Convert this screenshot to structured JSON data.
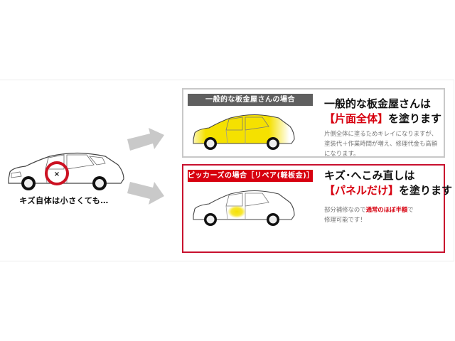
{
  "left_section": {
    "caption": "キズ自体は小さくても…",
    "damage_marker": "×",
    "icons": [
      "car-outline-icon",
      "red-circle-highlight-icon"
    ]
  },
  "arrows": [
    "arrow-right-up-icon",
    "arrow-right-down-icon"
  ],
  "panels": [
    {
      "id": "general",
      "label": "一般的な板金屋さんの場合",
      "headline_line1": "一般的な板金屋さんは",
      "headline_line2_red": "【片面全体】",
      "headline_line2_rest": "を塗ります",
      "description_lines": [
        "片側全体に塗るためキレイになりますが、",
        "塗装代＋作業時間が増え、修理代金も高額",
        "になります。"
      ],
      "label_color": "#5f5f5f",
      "border_color": "#c8c8c8",
      "car_paint": "full-side-yellow"
    },
    {
      "id": "pickers",
      "label": "ピッカーズの場合［リペア(軽板金)］",
      "headline_line1": "キズ･へこみ直しは",
      "headline_line2_red": "【パネルだけ】",
      "headline_line2_rest": "を塗ります",
      "description_line1_pre": "部分補修なので",
      "description_line1_emph": "通常のほぼ半額",
      "description_line1_post": "で",
      "description_line2": "修理可能です！",
      "label_color": "#d7000f",
      "border_color": "#c8102e",
      "car_paint": "door-spot-yellow"
    }
  ],
  "colors": {
    "accent_red": "#d7000f",
    "paint_yellow": "#f5e100",
    "arrow_gray": "#c9c9c9"
  }
}
